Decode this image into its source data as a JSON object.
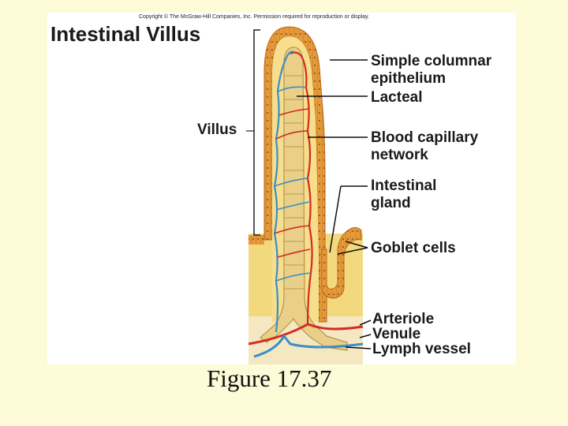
{
  "copyright": "Copyright © The McGraw-Hill Companies, Inc. Permission required for reproduction or display.",
  "title": "Intestinal Villus",
  "labels": {
    "villus": "Villus",
    "simple_columnar_1": "Simple columnar",
    "simple_columnar_2": "epithelium",
    "lacteal": "Lacteal",
    "blood_capillary_1": "Blood capillary",
    "blood_capillary_2": "network",
    "intestinal_gland_1": "Intestinal",
    "intestinal_gland_2": "gland",
    "goblet_cells": "Goblet cells",
    "arteriole": "Arteriole",
    "venule": "Venule",
    "lymph_vessel": "Lymph vessel"
  },
  "caption": "Figure 17.37",
  "colors": {
    "background": "#fdfbd8",
    "epithelium": "#d98a2b",
    "lamina": "#f6de8c",
    "lacteal": "#e9cf88",
    "capillary_red": "#d42a1f",
    "capillary_blue": "#3a8fc7"
  }
}
